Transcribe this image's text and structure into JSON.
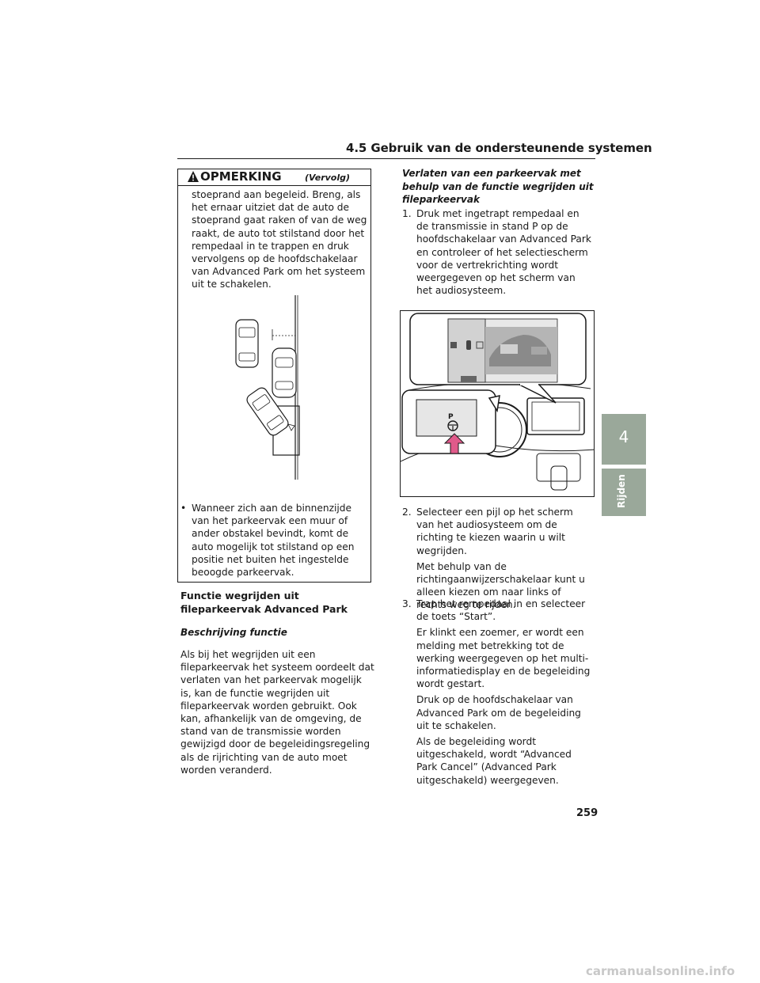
{
  "header": {
    "title": "4.5 Gebruik van de ondersteunende systemen"
  },
  "side_tab": {
    "chapter": "4",
    "label": "Rijden"
  },
  "note": {
    "title": "OPMERKING",
    "continued": "(Vervolg)",
    "paragraph": "stoeprand aan begeleid. Breng, als het ernaar uitziet dat de auto de stoeprand gaat raken of van de weg raakt, de auto tot stilstand door het rempedaal in te trappen en druk vervolgens op de hoofdschakelaar van Advanced Park om het systeem uit te schakelen.",
    "bullet_mark": "•",
    "bullet": "Wanneer zich aan de binnenzijde van het parkeervak een muur of ander obstakel bevindt, komt de auto mogelijk tot stilstand op een positie net buiten het ingestelde beoogde parkeervak."
  },
  "left_column": {
    "heading": "Functie wegrijden uit fileparkeervak Advanced Park",
    "subheading": "Beschrijving functie",
    "paragraph": "Als bij het wegrijden uit een fileparkeervak het systeem oordeelt dat verlaten van het parkeervak mogelijk is, kan de functie wegrijden uit fileparkeervak worden gebruikt. Ook kan, afhankelijk van de omgeving, de stand van de transmissie worden gewijzigd door de begeleidingsregeling als de rijrichting van de auto moet worden veranderd."
  },
  "right_column": {
    "heading": "Verlaten van een parkeervak met behulp van de functie wegrijden uit fileparkeervak",
    "step1": {
      "num": "1.",
      "text": "Druk met ingetrapt rempedaal en de transmissie in stand P op de hoofdschakelaar van Advanced Park en controleer of het selectiescherm voor de vertrekrichting wordt weergegeven op het scherm van het audiosysteem."
    },
    "diagram_button_label": "P",
    "step2": {
      "num": "2.",
      "text": "Selecteer een pijl op het scherm van het audiosysteem om de richting te kiezen waarin u wilt wegrijden.",
      "sub": "Met behulp van de richtingaanwijzerschakelaar kunt u alleen kiezen om naar links of rechts weg te rijden."
    },
    "step3": {
      "num": "3.",
      "text": "Trap het rempedaal in en selecteer de toets “Start”.",
      "sub1": "Er klinkt een zoemer, er wordt een melding met betrekking tot de werking weergegeven op het multi-informatiedisplay en de begeleiding wordt gestart.",
      "sub2": "Druk op de hoofdschakelaar van Advanced Park om de begeleiding uit te schakelen.",
      "sub3": "Als de begeleiding wordt uitgeschakeld, wordt “Advanced Park Cancel” (Advanced Park uitgeschakeld) weergegeven."
    }
  },
  "page_number": "259",
  "watermark": "carmanualsonline.info"
}
